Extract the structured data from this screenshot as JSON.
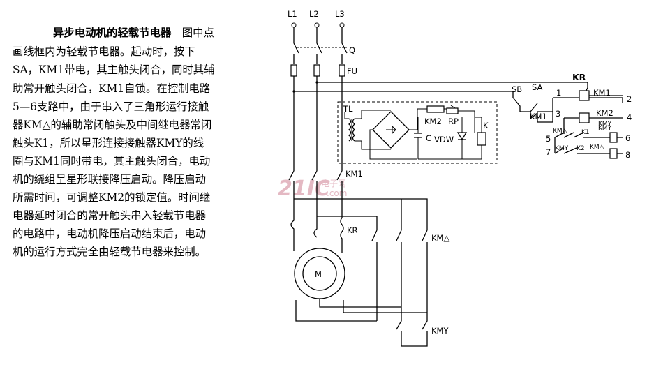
{
  "description_lines": [
    {
      "title": "异步电动机的轻载节电器",
      "text": "图中点"
    },
    {
      "text": "画线框内为轻载节电器。起动时，按下"
    },
    {
      "text": "SA，KM1带电，其主触头闭合，同时其辅"
    },
    {
      "text": "助常开触头闭合，KM1自锁。在控制电路"
    },
    {
      "text": "5—6支路中，由于串入了三角形运行接触"
    },
    {
      "text": "器KM△的辅助常闭触头及中间继电器常闭"
    },
    {
      "text": "触头K1，所以星形连接接触器KMY的线"
    },
    {
      "text": "圈与KM1同时带电，其主触头闭合，电动"
    },
    {
      "text": "机的绕组呈星形联接降压启动。降压启动"
    },
    {
      "text": "所需时间，可调整KM2的锁定值。时间继"
    },
    {
      "text": "电器延时闭合的常开触头串入轻载节电器"
    },
    {
      "text": "的电路中，电动机降压启动结束后，电动"
    },
    {
      "text": "机的运行方式完全由轻载节电器来控制。"
    }
  ],
  "diagram": {
    "phases": [
      "L1",
      "L2",
      "L3"
    ],
    "switch_label": "Q",
    "fuse_label": "FU",
    "transformer_label": "TL",
    "km2_label": "KM2",
    "rp_label": "RP",
    "c_label": "C",
    "vdw_label": "VDW",
    "k_label": "K",
    "km1_main_label": "KM1",
    "kr_main_label": "KR",
    "km_delta_label": "KM△",
    "km_y_label": "KMY",
    "motor_label": "M",
    "control": {
      "kr": "KR",
      "sb": "SB",
      "sa": "SA",
      "km1_aux": "KM1",
      "km1_coil": "KM1",
      "km2_coil": "KM2",
      "kmy_contact": "KMY",
      "km_delta_contact": "KM△",
      "k1": "K1",
      "kmy_coil": "KMY",
      "k2": "K2",
      "km_delta_coil": "KM△",
      "node1": "1",
      "node2": "2",
      "node3": "3",
      "node4": "4",
      "node5": "5",
      "node6": "6",
      "node7": "7",
      "node8": "8"
    }
  },
  "watermark": {
    "logo": "21IC",
    "sub": "电子网",
    "domain": ".com"
  }
}
